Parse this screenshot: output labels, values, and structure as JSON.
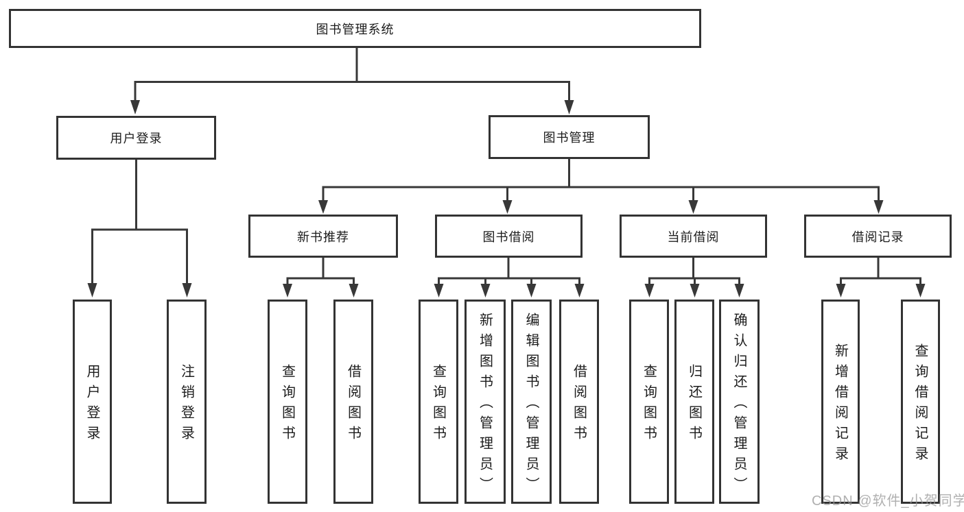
{
  "diagram": {
    "root": {
      "label": "图书管理系统"
    },
    "level2": {
      "user_login": {
        "label": "用户登录"
      },
      "book_management": {
        "label": "图书管理"
      }
    },
    "level3": {
      "new_book_recommend": {
        "label": "新书推荐"
      },
      "book_borrow": {
        "label": "图书借阅"
      },
      "current_borrow": {
        "label": "当前借阅"
      },
      "borrow_records": {
        "label": "借阅记录"
      }
    },
    "leaves": {
      "user_login": [
        "用户登录",
        "注销登录"
      ],
      "new_book_recommend": [
        "查询图书",
        "借阅图书"
      ],
      "book_borrow": [
        "查询图书",
        "新增图书（管理员）",
        "编辑图书（管理员）",
        "借阅图书"
      ],
      "current_borrow": [
        "查询图书",
        "归还图书",
        "确认归还（管理员）"
      ],
      "borrow_records": [
        "新增借阅记录",
        "查询借阅记录"
      ]
    }
  },
  "watermark": {
    "text": "CSDN @软件_小贺同学"
  },
  "colors": {
    "line": "#383838",
    "box_border": "#333333",
    "text": "#1c1c1c",
    "background": "#ffffff",
    "watermark": "#a9a9a9"
  }
}
